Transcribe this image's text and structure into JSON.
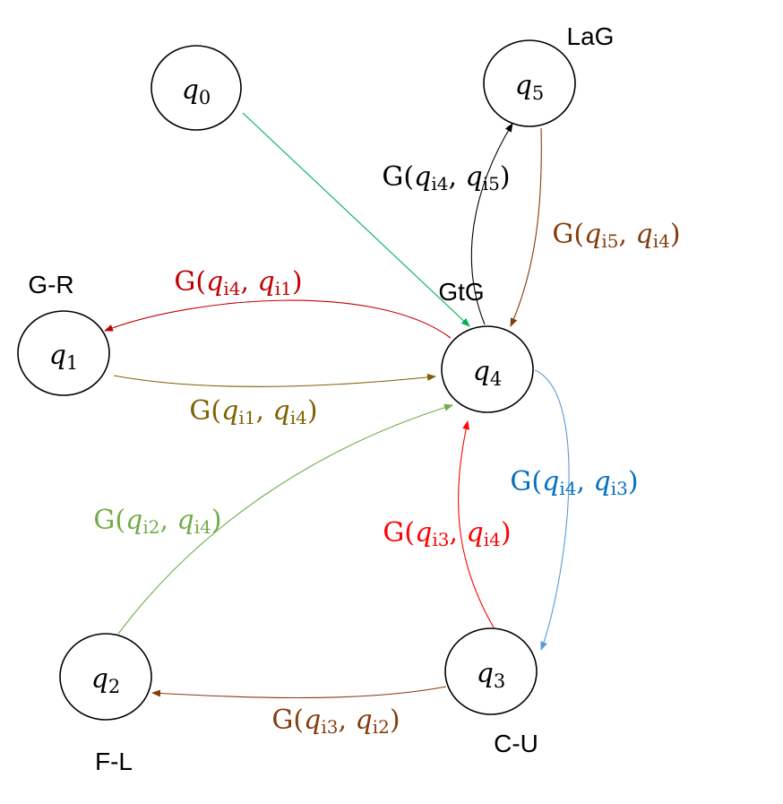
{
  "colors": {
    "green": "#00b050",
    "black": "#000000",
    "brown": "#843c0c",
    "red_dark": "#c00000",
    "olive": "#7f6000",
    "green_light": "#70ad47",
    "blue": "#0070c0",
    "blue_line": "#5b9bd5",
    "red": "#ff0000"
  },
  "nodes": {
    "q0": {
      "symbol": "q",
      "sub": "0"
    },
    "q1": {
      "symbol": "q",
      "sub": "1",
      "tag": "G-R"
    },
    "q2": {
      "symbol": "q",
      "sub": "2",
      "tag": "F-L"
    },
    "q3": {
      "symbol": "q",
      "sub": "3",
      "tag": "C-U"
    },
    "q4": {
      "symbol": "q",
      "sub": "4",
      "tag": "GtG"
    },
    "q5": {
      "symbol": "q",
      "sub": "5",
      "tag": "LaG"
    }
  },
  "edges": {
    "e45": {
      "fn": "G(",
      "v1": "q",
      "s1": "i4",
      "sep": ", ",
      "v2": "q",
      "s2": "i5",
      "close": ")"
    },
    "e54": {
      "fn": "G(",
      "v1": "q",
      "s1": "i5",
      "sep": ", ",
      "v2": "q",
      "s2": "i4",
      "close": ")"
    },
    "e41": {
      "fn": "G(",
      "v1": "q",
      "s1": "i4",
      "sep": ", ",
      "v2": "q",
      "s2": "i1",
      "close": ")"
    },
    "e14": {
      "fn": "G(",
      "v1": "q",
      "s1": "i1",
      "sep": ", ",
      "v2": "q",
      "s2": "i4",
      "close": ")"
    },
    "e43": {
      "fn": "G(",
      "v1": "q",
      "s1": "i4",
      "sep": ", ",
      "v2": "q",
      "s2": "i3",
      "close": ")"
    },
    "e24": {
      "fn": "G(",
      "v1": "q",
      "s1": "i2",
      "sep": ", ",
      "v2": "q",
      "s2": "i4",
      "close": ")"
    },
    "e34": {
      "fn": "G(",
      "v1": "q",
      "s1": "i3",
      "sep": ", ",
      "v2": "q",
      "s2": "i4",
      "close": ")"
    },
    "e32": {
      "fn": "G(",
      "v1": "q",
      "s1": "i3",
      "sep": ", ",
      "v2": "q",
      "s2": "i2",
      "close": ")"
    }
  }
}
